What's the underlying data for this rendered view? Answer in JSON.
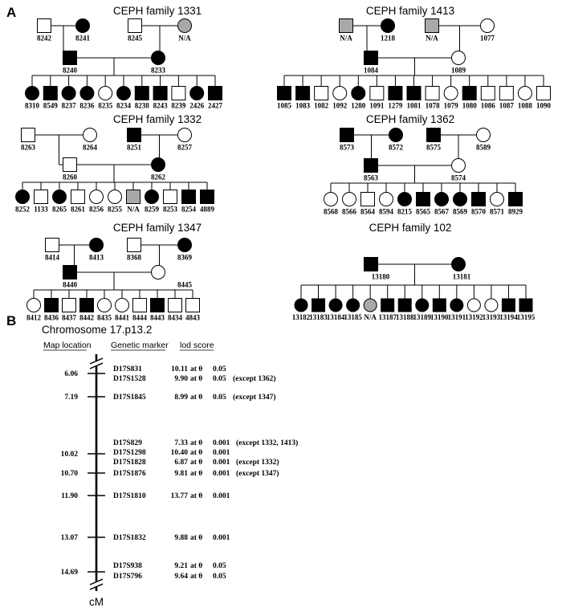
{
  "panel_a_letter": "A",
  "panel_b_letter": "B",
  "families": [
    {
      "title": "CEPH family 1331",
      "founders": [
        {
          "sex": "M",
          "status": "unaffected",
          "label": "8242"
        },
        {
          "sex": "F",
          "status": "affected",
          "label": "8241"
        },
        {
          "sex": "M",
          "status": "unaffected",
          "label": "8245"
        },
        {
          "sex": "F",
          "status": "unknown",
          "label": "N/A"
        }
      ],
      "parents": [
        {
          "sex": "M",
          "status": "affected",
          "label": "8240"
        },
        {
          "sex": "F",
          "status": "affected",
          "label": "8233"
        }
      ],
      "children": [
        {
          "sex": "F",
          "status": "affected",
          "label": "8310"
        },
        {
          "sex": "M",
          "status": "affected",
          "label": "8549"
        },
        {
          "sex": "F",
          "status": "affected",
          "label": "8237"
        },
        {
          "sex": "F",
          "status": "affected",
          "label": "8236"
        },
        {
          "sex": "F",
          "status": "unaffected",
          "label": "8235"
        },
        {
          "sex": "F",
          "status": "affected",
          "label": "8234"
        },
        {
          "sex": "M",
          "status": "affected",
          "label": "8238"
        },
        {
          "sex": "M",
          "status": "affected",
          "label": "8243"
        },
        {
          "sex": "M",
          "status": "unaffected",
          "label": "8239"
        },
        {
          "sex": "F",
          "status": "affected",
          "label": "2426"
        },
        {
          "sex": "M",
          "status": "affected",
          "label": "2427"
        }
      ]
    },
    {
      "title": "CEPH family 1413",
      "founders": [
        {
          "sex": "M",
          "status": "unknown",
          "label": "N/A"
        },
        {
          "sex": "F",
          "status": "affected",
          "label": "1218"
        },
        {
          "sex": "M",
          "status": "unknown",
          "label": "N/A"
        },
        {
          "sex": "F",
          "status": "unaffected",
          "label": "1077"
        }
      ],
      "parents": [
        {
          "sex": "M",
          "status": "affected",
          "label": "1084"
        },
        {
          "sex": "F",
          "status": "unaffected",
          "label": "1089"
        }
      ],
      "children": [
        {
          "sex": "M",
          "status": "affected",
          "label": "1085"
        },
        {
          "sex": "M",
          "status": "affected",
          "label": "1083"
        },
        {
          "sex": "M",
          "status": "unaffected",
          "label": "1082"
        },
        {
          "sex": "F",
          "status": "unaffected",
          "label": "1092"
        },
        {
          "sex": "F",
          "status": "affected",
          "label": "1280"
        },
        {
          "sex": "M",
          "status": "unaffected",
          "label": "1091"
        },
        {
          "sex": "M",
          "status": "affected",
          "label": "1279"
        },
        {
          "sex": "M",
          "status": "affected",
          "label": "1081"
        },
        {
          "sex": "M",
          "status": "unaffected",
          "label": "1078"
        },
        {
          "sex": "F",
          "status": "unaffected",
          "label": "1079"
        },
        {
          "sex": "M",
          "status": "affected",
          "label": "1080"
        },
        {
          "sex": "M",
          "status": "unaffected",
          "label": "1086"
        },
        {
          "sex": "M",
          "status": "unaffected",
          "label": "1087"
        },
        {
          "sex": "F",
          "status": "unaffected",
          "label": "1088"
        },
        {
          "sex": "M",
          "status": "unaffected",
          "label": "1090"
        }
      ]
    },
    {
      "title": "CEPH family 1332",
      "founders": [
        {
          "sex": "M",
          "status": "unaffected",
          "label": "8263"
        },
        {
          "sex": "F",
          "status": "unaffected",
          "label": "8264"
        },
        {
          "sex": "M",
          "status": "affected",
          "label": "8251"
        },
        {
          "sex": "F",
          "status": "unaffected",
          "label": "8257"
        }
      ],
      "parents": [
        {
          "sex": "M",
          "status": "unaffected",
          "label": "8260"
        },
        {
          "sex": "F",
          "status": "affected",
          "label": "8262"
        }
      ],
      "children": [
        {
          "sex": "F",
          "status": "affected",
          "label": "8252"
        },
        {
          "sex": "M",
          "status": "unaffected",
          "label": "1133"
        },
        {
          "sex": "F",
          "status": "affected",
          "label": "8265"
        },
        {
          "sex": "M",
          "status": "unaffected",
          "label": "8261"
        },
        {
          "sex": "F",
          "status": "unaffected",
          "label": "8256"
        },
        {
          "sex": "F",
          "status": "unaffected",
          "label": "8255"
        },
        {
          "sex": "M",
          "status": "unknown",
          "label": "N/A"
        },
        {
          "sex": "F",
          "status": "affected",
          "label": "8259"
        },
        {
          "sex": "M",
          "status": "unaffected",
          "label": "8253"
        },
        {
          "sex": "M",
          "status": "affected",
          "label": "8254"
        },
        {
          "sex": "M",
          "status": "affected",
          "label": "4889"
        }
      ]
    },
    {
      "title": "CEPH family 1362",
      "founders": [
        {
          "sex": "M",
          "status": "affected",
          "label": "8573"
        },
        {
          "sex": "F",
          "status": "affected",
          "label": "8572"
        },
        {
          "sex": "M",
          "status": "affected",
          "label": "8575"
        },
        {
          "sex": "F",
          "status": "unaffected",
          "label": "8589"
        }
      ],
      "parents": [
        {
          "sex": "M",
          "status": "affected",
          "label": "8563"
        },
        {
          "sex": "F",
          "status": "unaffected",
          "label": "8574"
        }
      ],
      "children": [
        {
          "sex": "F",
          "status": "unaffected",
          "label": "8568"
        },
        {
          "sex": "F",
          "status": "unaffected",
          "label": "8566"
        },
        {
          "sex": "M",
          "status": "unaffected",
          "label": "8564"
        },
        {
          "sex": "F",
          "status": "unaffected",
          "label": "8594"
        },
        {
          "sex": "F",
          "status": "affected",
          "label": "8215"
        },
        {
          "sex": "M",
          "status": "affected",
          "label": "8565"
        },
        {
          "sex": "F",
          "status": "affected",
          "label": "8567"
        },
        {
          "sex": "F",
          "status": "affected",
          "label": "8569"
        },
        {
          "sex": "M",
          "status": "affected",
          "label": "8570"
        },
        {
          "sex": "F",
          "status": "unaffected",
          "label": "8571"
        },
        {
          "sex": "M",
          "status": "affected",
          "label": "8929"
        }
      ]
    },
    {
      "title": "CEPH family 1347",
      "founders": [
        {
          "sex": "M",
          "status": "unaffected",
          "label": "8414"
        },
        {
          "sex": "F",
          "status": "affected",
          "label": "8413"
        },
        {
          "sex": "M",
          "status": "unaffected",
          "label": "8368"
        },
        {
          "sex": "F",
          "status": "affected",
          "label": "8369"
        }
      ],
      "parents": [
        {
          "sex": "M",
          "status": "affected",
          "label": "8440"
        },
        {
          "sex": "F",
          "status": "unaffected",
          "label": "8445"
        }
      ],
      "children": [
        {
          "sex": "F",
          "status": "unaffected",
          "label": "8412"
        },
        {
          "sex": "M",
          "status": "affected",
          "label": "8436"
        },
        {
          "sex": "M",
          "status": "unaffected",
          "label": "8437"
        },
        {
          "sex": "M",
          "status": "affected",
          "label": "8442"
        },
        {
          "sex": "F",
          "status": "unaffected",
          "label": "8435"
        },
        {
          "sex": "F",
          "status": "unaffected",
          "label": "8441"
        },
        {
          "sex": "M",
          "status": "unaffected",
          "label": "8444"
        },
        {
          "sex": "M",
          "status": "affected",
          "label": "8443"
        },
        {
          "sex": "M",
          "status": "unaffected",
          "label": "8434"
        },
        {
          "sex": "M",
          "status": "unaffected",
          "label": "4843"
        }
      ]
    },
    {
      "title": "CEPH family 102",
      "founders": [],
      "parents": [
        {
          "sex": "M",
          "status": "affected",
          "label": "13180"
        },
        {
          "sex": "F",
          "status": "affected",
          "label": "13181"
        }
      ],
      "children": [
        {
          "sex": "F",
          "status": "affected",
          "label": "13182"
        },
        {
          "sex": "M",
          "status": "affected",
          "label": "13183"
        },
        {
          "sex": "F",
          "status": "affected",
          "label": "13184"
        },
        {
          "sex": "F",
          "status": "affected",
          "label": "13185"
        },
        {
          "sex": "F",
          "status": "unknown",
          "label": "N/A"
        },
        {
          "sex": "M",
          "status": "affected",
          "label": "13187"
        },
        {
          "sex": "M",
          "status": "affected",
          "label": "13188"
        },
        {
          "sex": "F",
          "status": "affected",
          "label": "13189"
        },
        {
          "sex": "M",
          "status": "affected",
          "label": "13190"
        },
        {
          "sex": "F",
          "status": "affected",
          "label": "13191"
        },
        {
          "sex": "F",
          "status": "unaffected",
          "label": "13192"
        },
        {
          "sex": "F",
          "status": "unaffected",
          "label": "13193"
        },
        {
          "sex": "M",
          "status": "affected",
          "label": "13194"
        },
        {
          "sex": "M",
          "status": "affected",
          "label": "13195"
        }
      ]
    }
  ],
  "chromosome": {
    "title": "Chromosome 17.p13.2",
    "header_map": "Map location",
    "header_marker": "Genetic marker",
    "header_lod": "lod score",
    "unit": "cM",
    "theta_word": "at θ",
    "ticks": [
      {
        "cm": "6.06"
      },
      {
        "cm": "7.19"
      },
      {
        "cm": "10.02"
      },
      {
        "cm": "10.70"
      },
      {
        "cm": "11.90"
      },
      {
        "cm": "13.07"
      },
      {
        "cm": "14.69"
      }
    ],
    "markers": [
      {
        "name": "D17S831",
        "lod": "10.11",
        "theta": "0.05",
        "note": ""
      },
      {
        "name": "D17S1528",
        "lod": "9.90",
        "theta": "0.05",
        "note": "(except 1362)"
      },
      {
        "name": "D17S1845",
        "lod": "8.99",
        "theta": "0.05",
        "note": "(except 1347)"
      },
      {
        "name": "D17S829",
        "lod": "7.33",
        "theta": "0.001",
        "note": "(except 1332, 1413)"
      },
      {
        "name": "D17S1298",
        "lod": "10.40",
        "theta": "0.001",
        "note": ""
      },
      {
        "name": "D17S1828",
        "lod": "6.87",
        "theta": "0.001",
        "note": "(except 1332)"
      },
      {
        "name": "D17S1876",
        "lod": "9.81",
        "theta": "0.001",
        "note": "(except 1347)"
      },
      {
        "name": "D17S1810",
        "lod": "13.77",
        "theta": "0.001",
        "note": ""
      },
      {
        "name": "D17S1832",
        "lod": "9.88",
        "theta": "0.001",
        "note": ""
      },
      {
        "name": "D17S938",
        "lod": "9.21",
        "theta": "0.05",
        "note": ""
      },
      {
        "name": "D17S796",
        "lod": "9.64",
        "theta": "0.05",
        "note": ""
      }
    ]
  }
}
